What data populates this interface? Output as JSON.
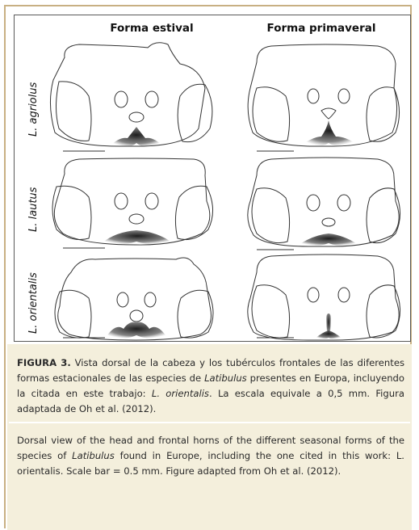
{
  "columns": {
    "left_title": "Forma estival",
    "right_title": "Forma primaveral"
  },
  "species": [
    "L. agriolus",
    "L. lautus",
    "L. orientalis"
  ],
  "caption_es": {
    "label": "FIGURA 3.",
    "part1": " Vista dorsal de la cabeza y los tubérculos frontales de las diferentes formas estacionales de las especies de ",
    "genus": "Latibulus",
    "part2": " presentes en Europa, incluyendo la citada en este trabajo: ",
    "species": "L. orientalis",
    "part3": ". La escala equivale a 0,5 mm. Figura adaptada de Oh et al. (2012)."
  },
  "caption_en": {
    "part1": "Dorsal view of the head and frontal horns of the different seasonal forms of the species of ",
    "genus": "Latibulus",
    "part2": " found in Europe, including the one cited in this work: L. orientalis. Scale bar = 0.5 mm. Figure adapted from Oh et al. (2012)."
  },
  "colors": {
    "border": "#c8b083",
    "caption_bg": "#f4efdc",
    "ink": "#2a2a2a"
  }
}
